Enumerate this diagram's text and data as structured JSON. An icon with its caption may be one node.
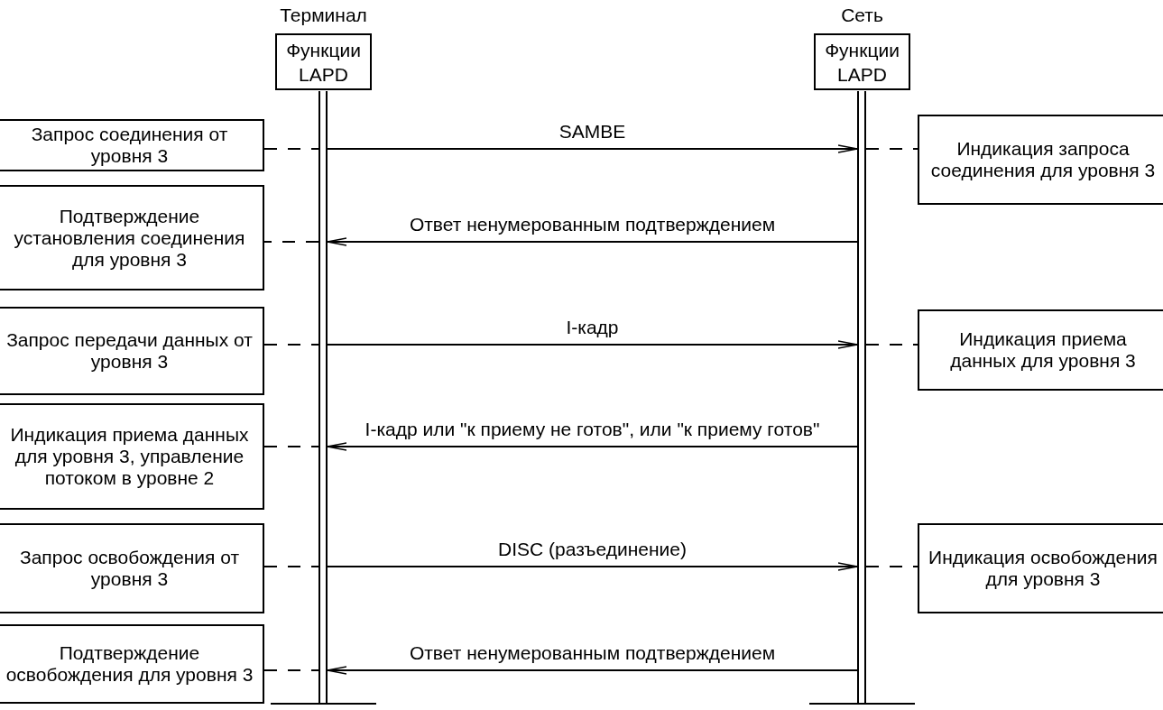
{
  "diagram": {
    "nodes": [
      {
        "text": [
          "Терминал",
          "Функции LAPD"
        ]
      },
      {
        "text": [
          "Сеть",
          "Функции LAPD"
        ]
      },
      {
        "text": [],
        "shape": "bar"
      },
      {
        "text": [],
        "shape": "bar"
      },
      {
        "text": [
          "Запрос соединения от уровня 3"
        ]
      },
      {
        "text": [
          "Индикация запроса соединения для уровня 3"
        ]
      },
      {
        "text": [
          "Подтверждение установления соединения для уровня 3"
        ]
      },
      {
        "text": [
          "Запрос передачи данных от уровня 3"
        ]
      },
      {
        "text": [
          "Индикация приема данных для уровня 3"
        ]
      },
      {
        "text": [
          "Индикация приема данных для уровня 3, управление потоком в уровне 2"
        ]
      },
      {
        "text": [
          "Запрос освобождения от уровня 3"
        ]
      },
      {
        "text": [
          "Индикация освобождения для уровня 3"
        ]
      },
      {
        "text": [
          "Подтверждение освобождения для уровня 3"
        ]
      }
    ],
    "edges": [
      {
        "from": 4,
        "to": 2,
        "arrow": "none",
        "style": "dashed"
      },
      {
        "from": 2,
        "to": 3,
        "arrow": "to",
        "label": "SAMBE"
      },
      {
        "from": 3,
        "to": 5,
        "arrow": "none",
        "style": "dashed"
      },
      {
        "from": 3,
        "to": 2,
        "arrow": "to",
        "label": "Ответ ненумерованным подтверждением"
      },
      {
        "from": 2,
        "to": 6,
        "arrow": "none",
        "style": "dashed"
      },
      {
        "from": 7,
        "to": 2,
        "arrow": "none",
        "style": "dashed"
      },
      {
        "from": 2,
        "to": 3,
        "arrow": "to",
        "label": "I-кадр"
      },
      {
        "from": 3,
        "to": 8,
        "arrow": "none",
        "style": "dashed"
      },
      {
        "from": 3,
        "to": 2,
        "arrow": "to",
        "label": "I-кадр или \"к приему не готов\", или \"к приему готов\""
      },
      {
        "from": 9,
        "to": 2,
        "arrow": "none",
        "style": "dashed"
      },
      {
        "from": 10,
        "to": 2,
        "arrow": "none",
        "style": "dashed"
      },
      {
        "from": 2,
        "to": 3,
        "arrow": "to",
        "label": "DISC (разъединение)"
      },
      {
        "from": 3,
        "to": 11,
        "arrow": "none",
        "style": "dashed"
      },
      {
        "from": 3,
        "to": 2,
        "arrow": "to",
        "label": "Ответ ненумерованным подтверждением"
      },
      {
        "from": 12,
        "to": 2,
        "arrow": "none",
        "style": "dashed"
      }
    ]
  }
}
